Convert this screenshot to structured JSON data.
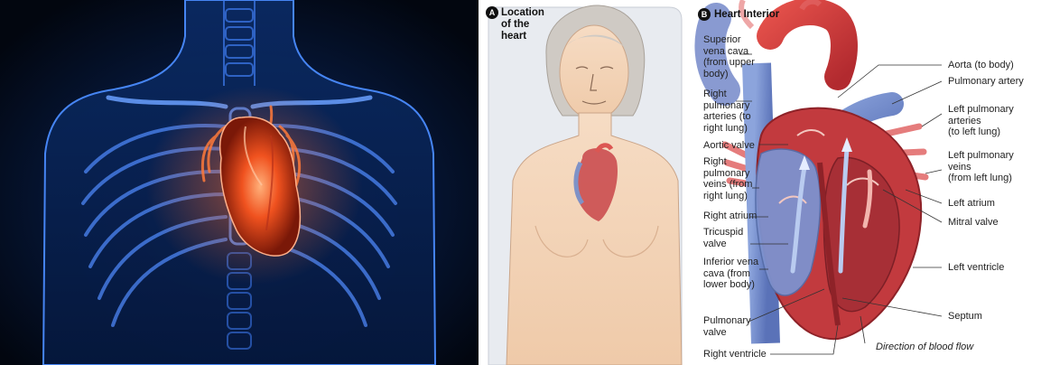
{
  "panel_a": {
    "badge": "A",
    "title_lines": [
      "Location",
      "of the",
      "heart"
    ]
  },
  "panel_b": {
    "badge": "B",
    "title": "Heart Interior"
  },
  "labels_left": [
    [
      "Superior",
      "vena cava",
      "(from upper",
      "body)"
    ],
    [
      "Right",
      "pulmonary",
      "arteries (to",
      "right lung)"
    ],
    [
      "Aortic valve"
    ],
    [
      "Right",
      "pulmonary",
      "veins (from",
      "right lung)"
    ],
    [
      "Right atrium"
    ],
    [
      "Tricuspid",
      "valve"
    ],
    [
      "Inferior vena",
      "cava (from",
      "lower body)"
    ],
    [
      "Pulmonary",
      "valve"
    ],
    [
      "Right ventricle"
    ]
  ],
  "labels_right": [
    [
      "Aorta (to body)"
    ],
    [
      "Pulmonary artery"
    ],
    [
      "Left pulmonary",
      "arteries",
      "(to left lung)"
    ],
    [
      "Left pulmonary",
      "veins",
      "(from left lung)"
    ],
    [
      "Left atrium"
    ],
    [
      "Mitral valve"
    ],
    [
      "Left ventricle"
    ],
    [
      "Septum"
    ]
  ],
  "flow_caption": "Direction of blood flow",
  "colors": {
    "xray_bg": "#030a1c",
    "xray_glow": "#3a7dff",
    "heart_glow": "#ff5a2a",
    "oxygenated": "#d8403f",
    "deoxygenated": "#6b86c9",
    "skin": "#f3d3b8",
    "panel_frame": "#e6e9ee"
  }
}
